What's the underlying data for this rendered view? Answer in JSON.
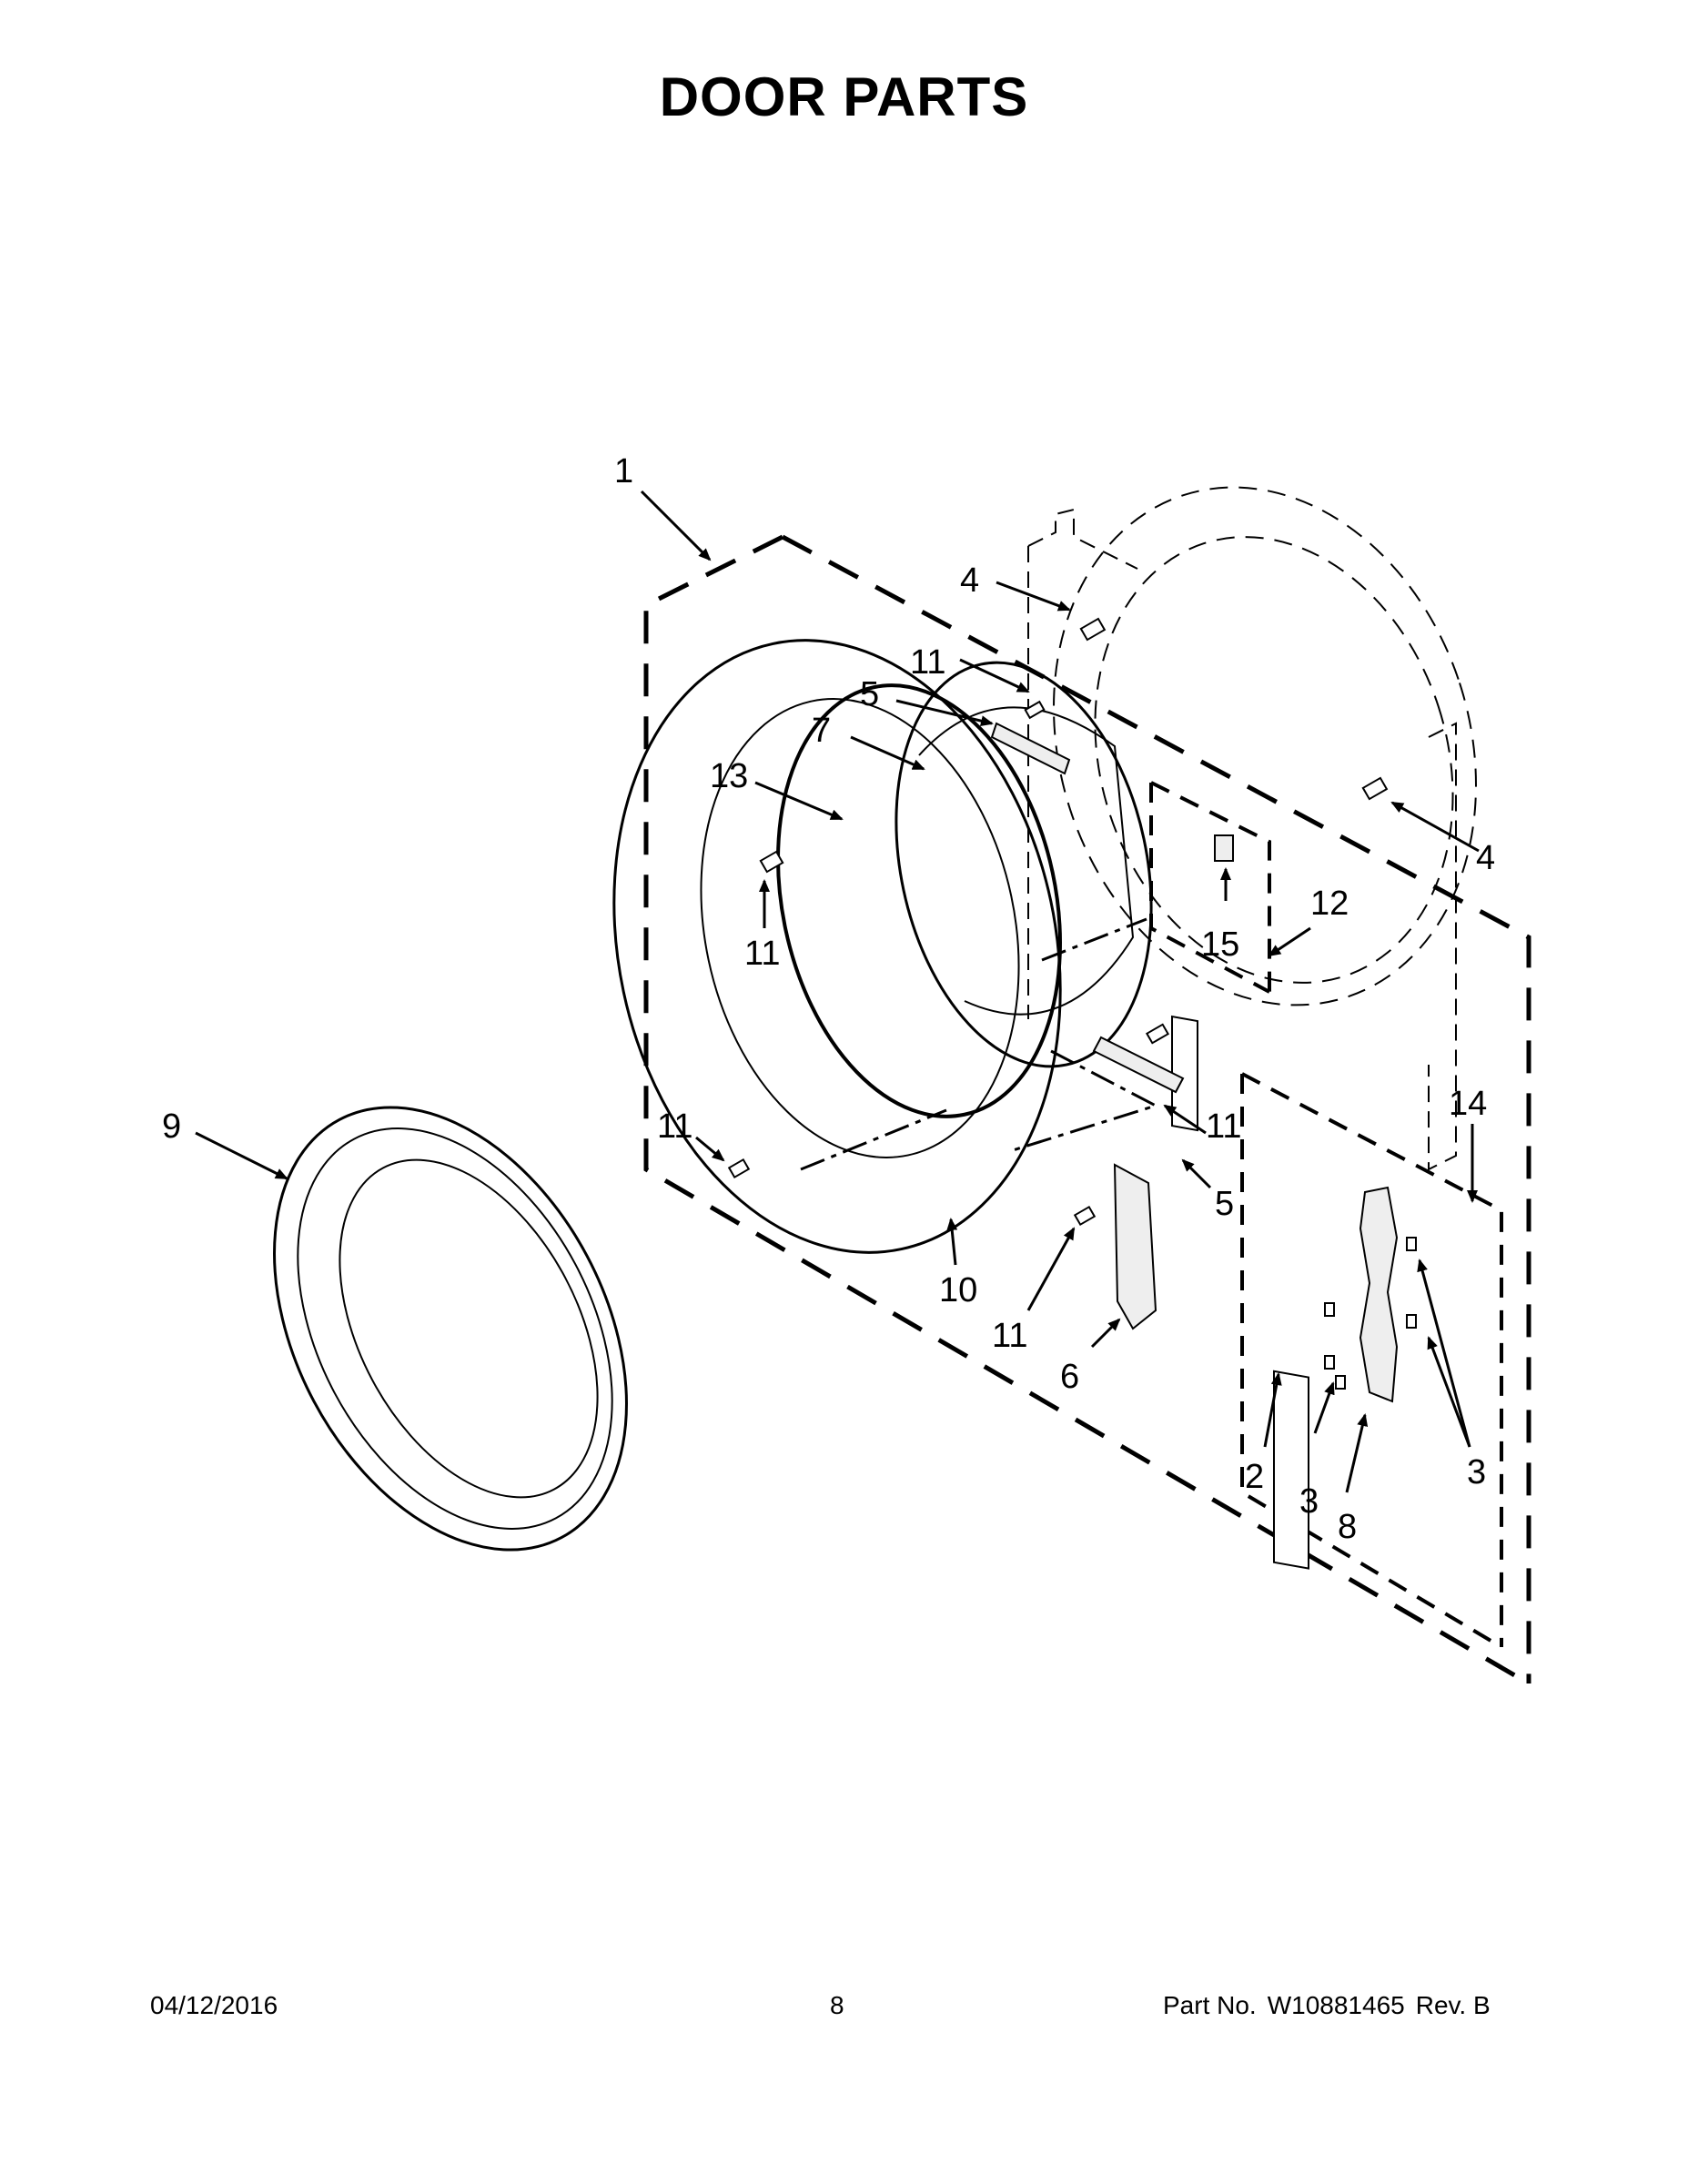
{
  "title": "DOOR PARTS",
  "footer": {
    "date": "04/12/2016",
    "page": "8",
    "part_label": "Part No.",
    "part_number": "W10881465",
    "revision": "Rev. B"
  },
  "callouts": {
    "c1": "1",
    "c2": "2",
    "c3a": "3",
    "c3b": "3",
    "c4a": "4",
    "c4b": "4",
    "c5a": "5",
    "c5b": "5",
    "c6": "6",
    "c7": "7",
    "c8": "8",
    "c9": "9",
    "c10": "10",
    "c11a": "11",
    "c11b": "11",
    "c11c": "11",
    "c11d": "11",
    "c11e": "11",
    "c12": "12",
    "c13": "13",
    "c14": "14",
    "c15": "15"
  }
}
